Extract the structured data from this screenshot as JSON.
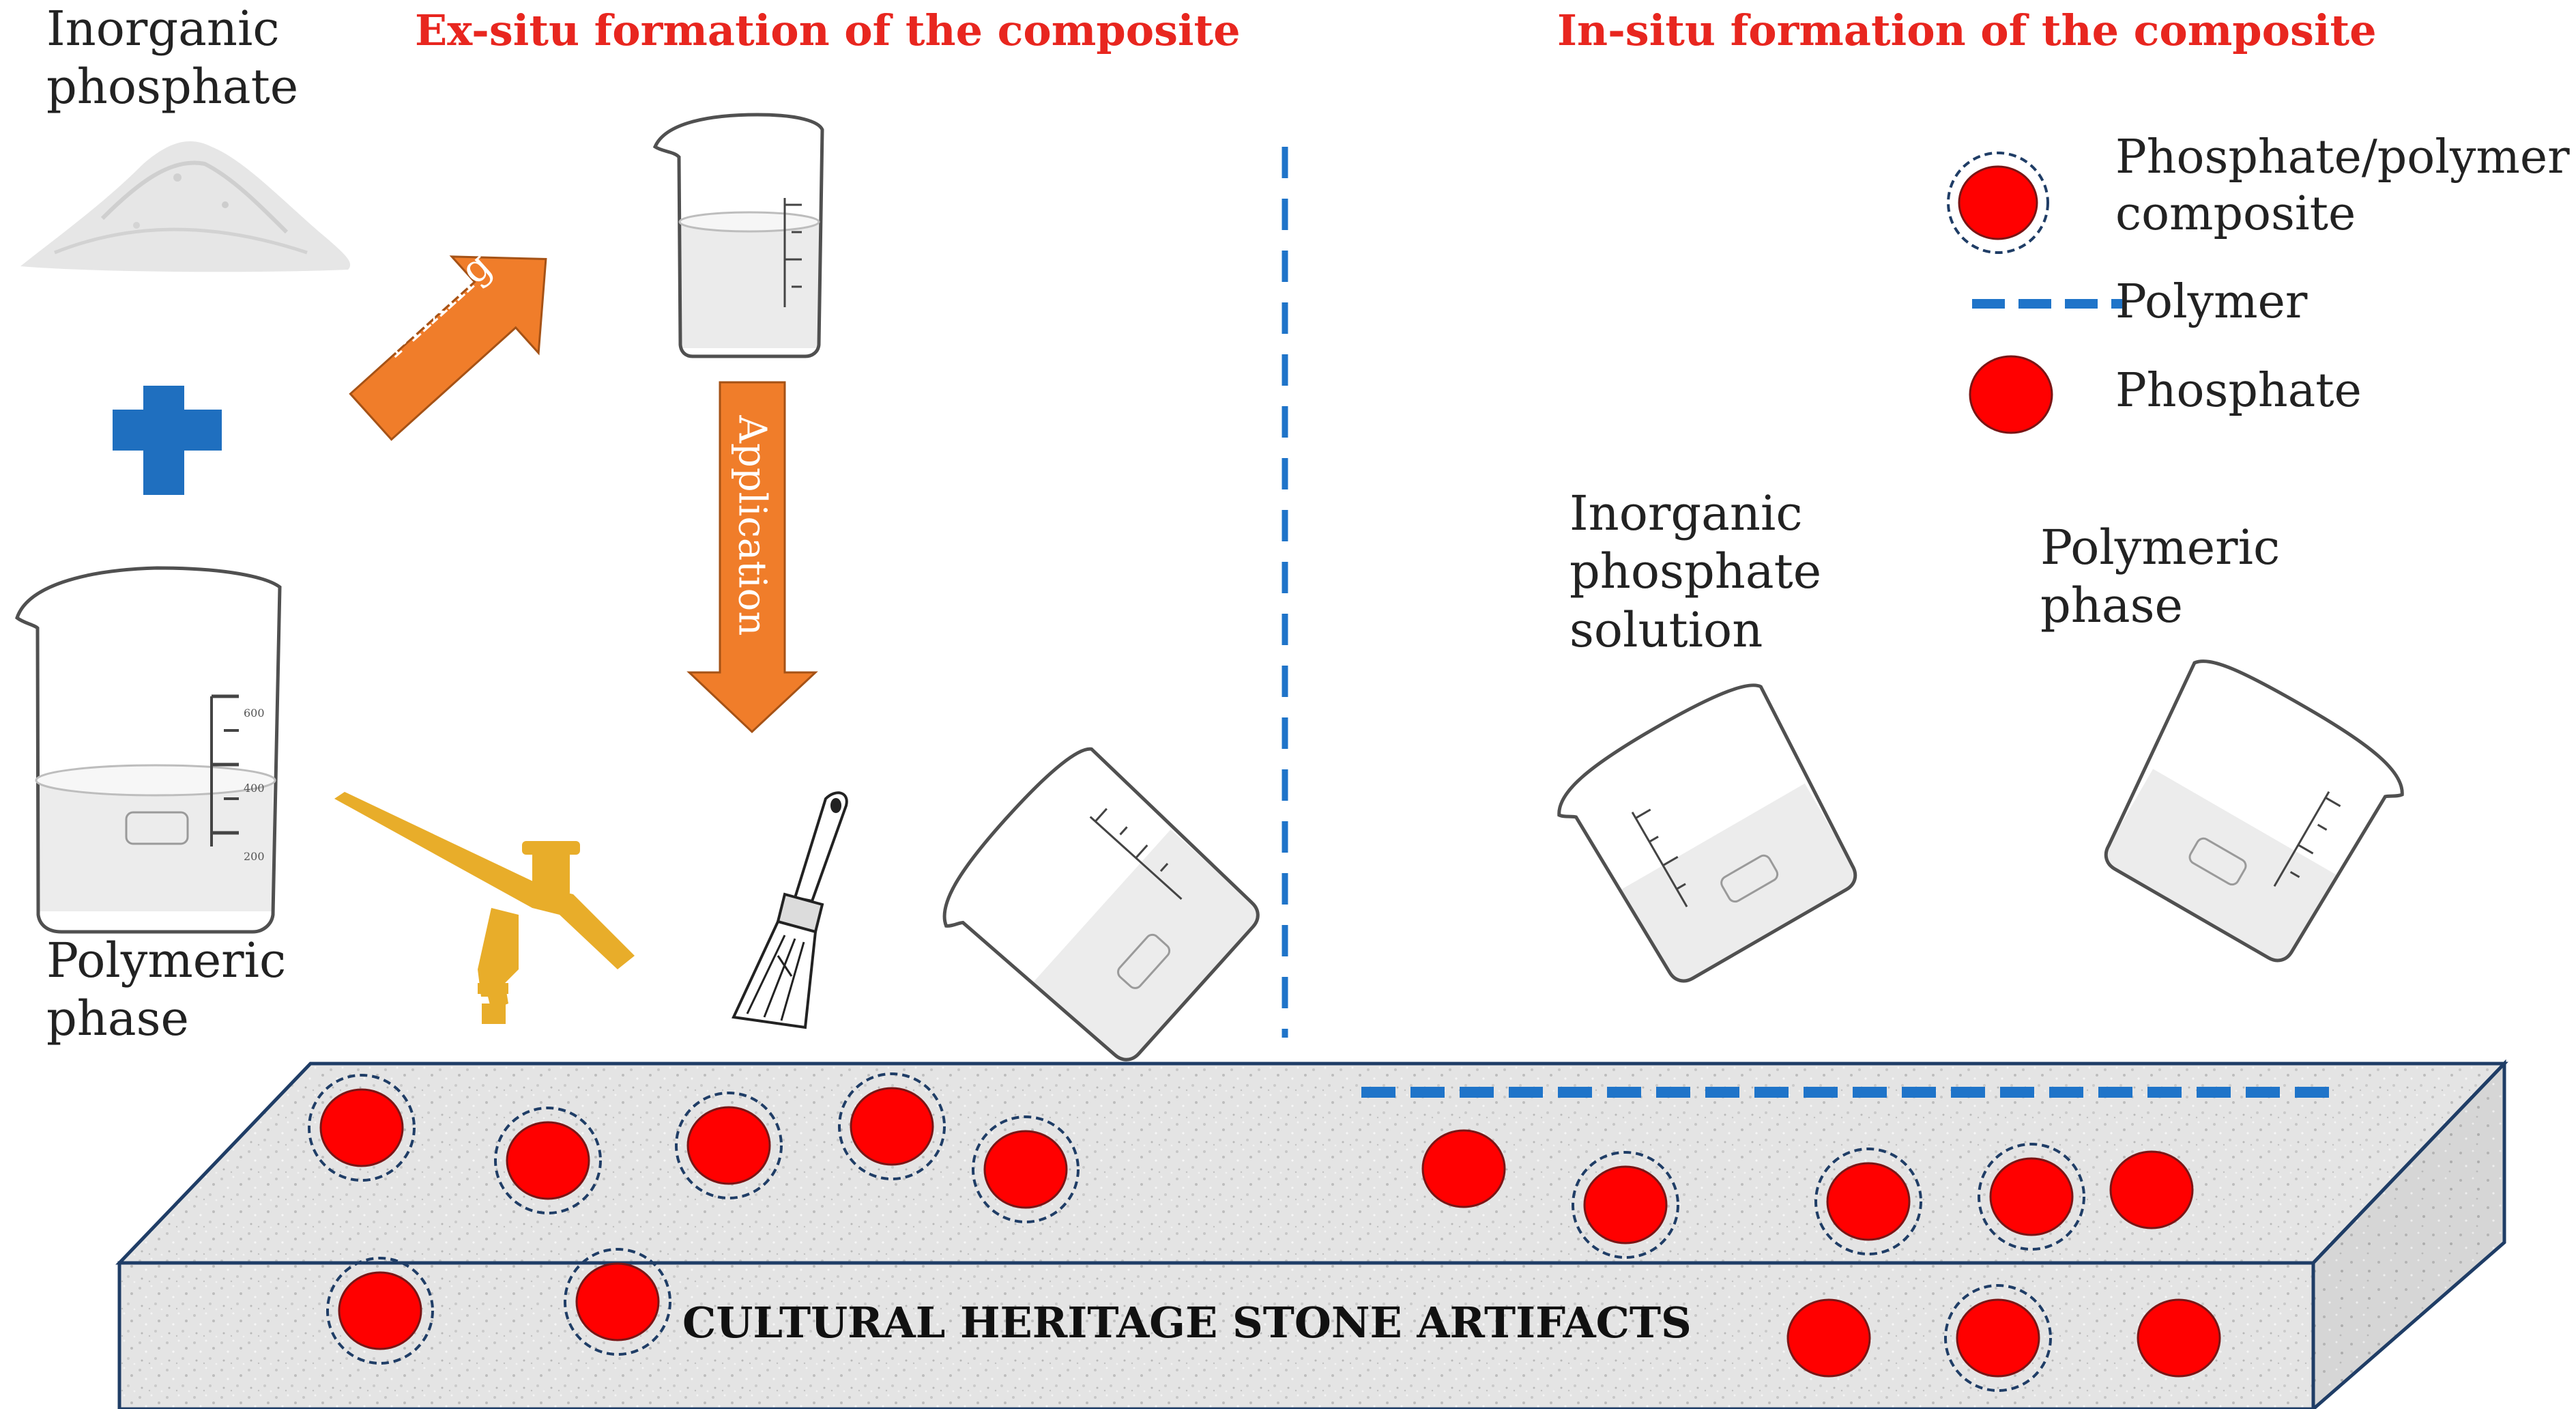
{
  "headings": {
    "ex_situ": "Ex-situ formation of the composite",
    "in_situ": "In-situ formation of the composite"
  },
  "labels": {
    "inorganic_phosphate_1": "Inorganic",
    "inorganic_phosphate_2": "phosphate",
    "polymeric_phase_1": "Polymeric",
    "polymeric_phase_2": "phase",
    "mixing": "Mixing",
    "application": "Application",
    "solution_1": "Inorganic",
    "solution_2": "phosphate",
    "solution_3": "solution",
    "polymeric_right_1": "Polymeric",
    "polymeric_right_2": "phase",
    "stone": "CULTURAL HERITAGE STONE ARTIFACTS"
  },
  "beaker_marks": [
    "600",
    "400",
    "200"
  ],
  "legend": {
    "composite_1": "Phosphate/polymer",
    "composite_2": "composite",
    "polymer": "Polymer",
    "phosphate": "Phosphate"
  },
  "colors": {
    "heading": "#e8261f",
    "arrow": "#f07d2a",
    "plus": "#1f6fbf",
    "divider": "#1f74c9",
    "particle": "#ff0000",
    "airbrush": "#e8ad2a",
    "stone_edge": "#1f3d66"
  },
  "icons": [
    "powder-pile-icon",
    "plus-icon",
    "beaker-icon",
    "airbrush-icon",
    "paintbrush-icon",
    "mixing-arrow-icon",
    "application-arrow-icon"
  ]
}
